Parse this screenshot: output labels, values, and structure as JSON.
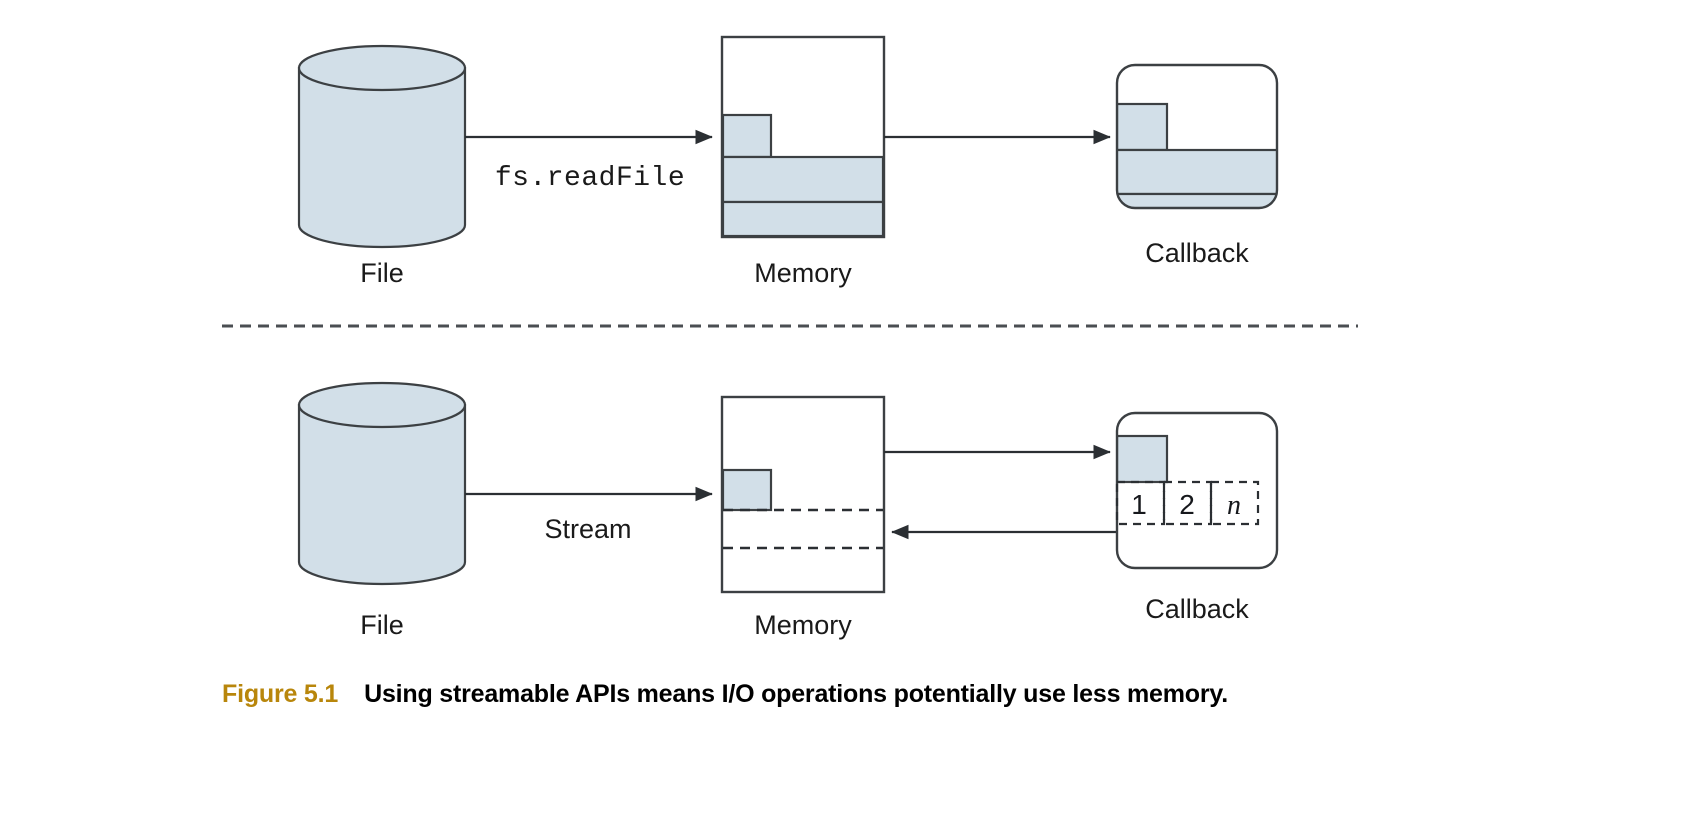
{
  "figure": {
    "caption_label": "Figure 5.1",
    "caption_text": "Using streamable APIs means I/O operations potentially use less memory.",
    "caption_label_color": "#b8860b",
    "caption_text_color": "#000000",
    "background_color": "#ffffff",
    "fill_color": "#d2dfe8",
    "stroke_color": "#3c4043"
  },
  "top_row": {
    "name": "readfile-flow",
    "file": {
      "label": "File",
      "icon": "cylinder-icon"
    },
    "edge_file_to_memory": {
      "label": "fs.readFile",
      "style": "solid-arrow",
      "direction": "right"
    },
    "memory": {
      "label": "Memory",
      "icon": "memory-box-icon",
      "blocks": [
        {
          "name": "chunk-block-small",
          "width_fraction": 0.3,
          "height_fraction": 0.22,
          "filled": true
        },
        {
          "name": "buffer-block-wide-1",
          "width_fraction": 1.0,
          "height_fraction": 0.24,
          "filled": true
        },
        {
          "name": "buffer-block-wide-2",
          "width_fraction": 1.0,
          "height_fraction": 0.19,
          "filled": true
        }
      ]
    },
    "edge_memory_to_callback": {
      "label": "",
      "style": "solid-arrow",
      "direction": "right"
    },
    "callback": {
      "label": "Callback",
      "icon": "rounded-box-icon",
      "blocks": [
        {
          "name": "chunk-block-small",
          "width_fraction": 0.3,
          "height_fraction": 0.26,
          "filled": true
        },
        {
          "name": "buffer-block-wide-1",
          "width_fraction": 1.0,
          "height_fraction": 0.3,
          "filled": true
        },
        {
          "name": "buffer-block-wide-2",
          "width_fraction": 1.0,
          "height_fraction": 0.26,
          "filled": true
        }
      ]
    }
  },
  "divider": {
    "name": "section-divider",
    "style": "dashed"
  },
  "bottom_row": {
    "name": "stream-flow",
    "file": {
      "label": "File",
      "icon": "cylinder-icon"
    },
    "edge_file_to_memory": {
      "label": "Stream",
      "style": "solid-arrow",
      "direction": "right"
    },
    "memory": {
      "label": "Memory",
      "icon": "memory-box-icon",
      "blocks": [
        {
          "name": "chunk-block-small",
          "width_fraction": 0.27,
          "height_fraction": 0.19,
          "filled": true
        }
      ],
      "dashed_guides": 2
    },
    "edge_memory_to_callback": {
      "label": "",
      "style": "solid-arrow",
      "direction": "right"
    },
    "edge_callback_to_memory": {
      "label": "",
      "style": "solid-arrow",
      "direction": "left"
    },
    "callback": {
      "label": "Callback",
      "icon": "rounded-box-icon",
      "blocks": [
        {
          "name": "chunk-block-small",
          "width_fraction": 0.3,
          "height_fraction": 0.26,
          "filled": true
        }
      ],
      "chunk_cells": [
        {
          "name": "chunk-cell-1",
          "label": "1",
          "italic": false
        },
        {
          "name": "chunk-cell-2",
          "label": "2",
          "italic": false
        },
        {
          "name": "chunk-cell-n",
          "label": "n",
          "italic": true
        }
      ]
    }
  }
}
